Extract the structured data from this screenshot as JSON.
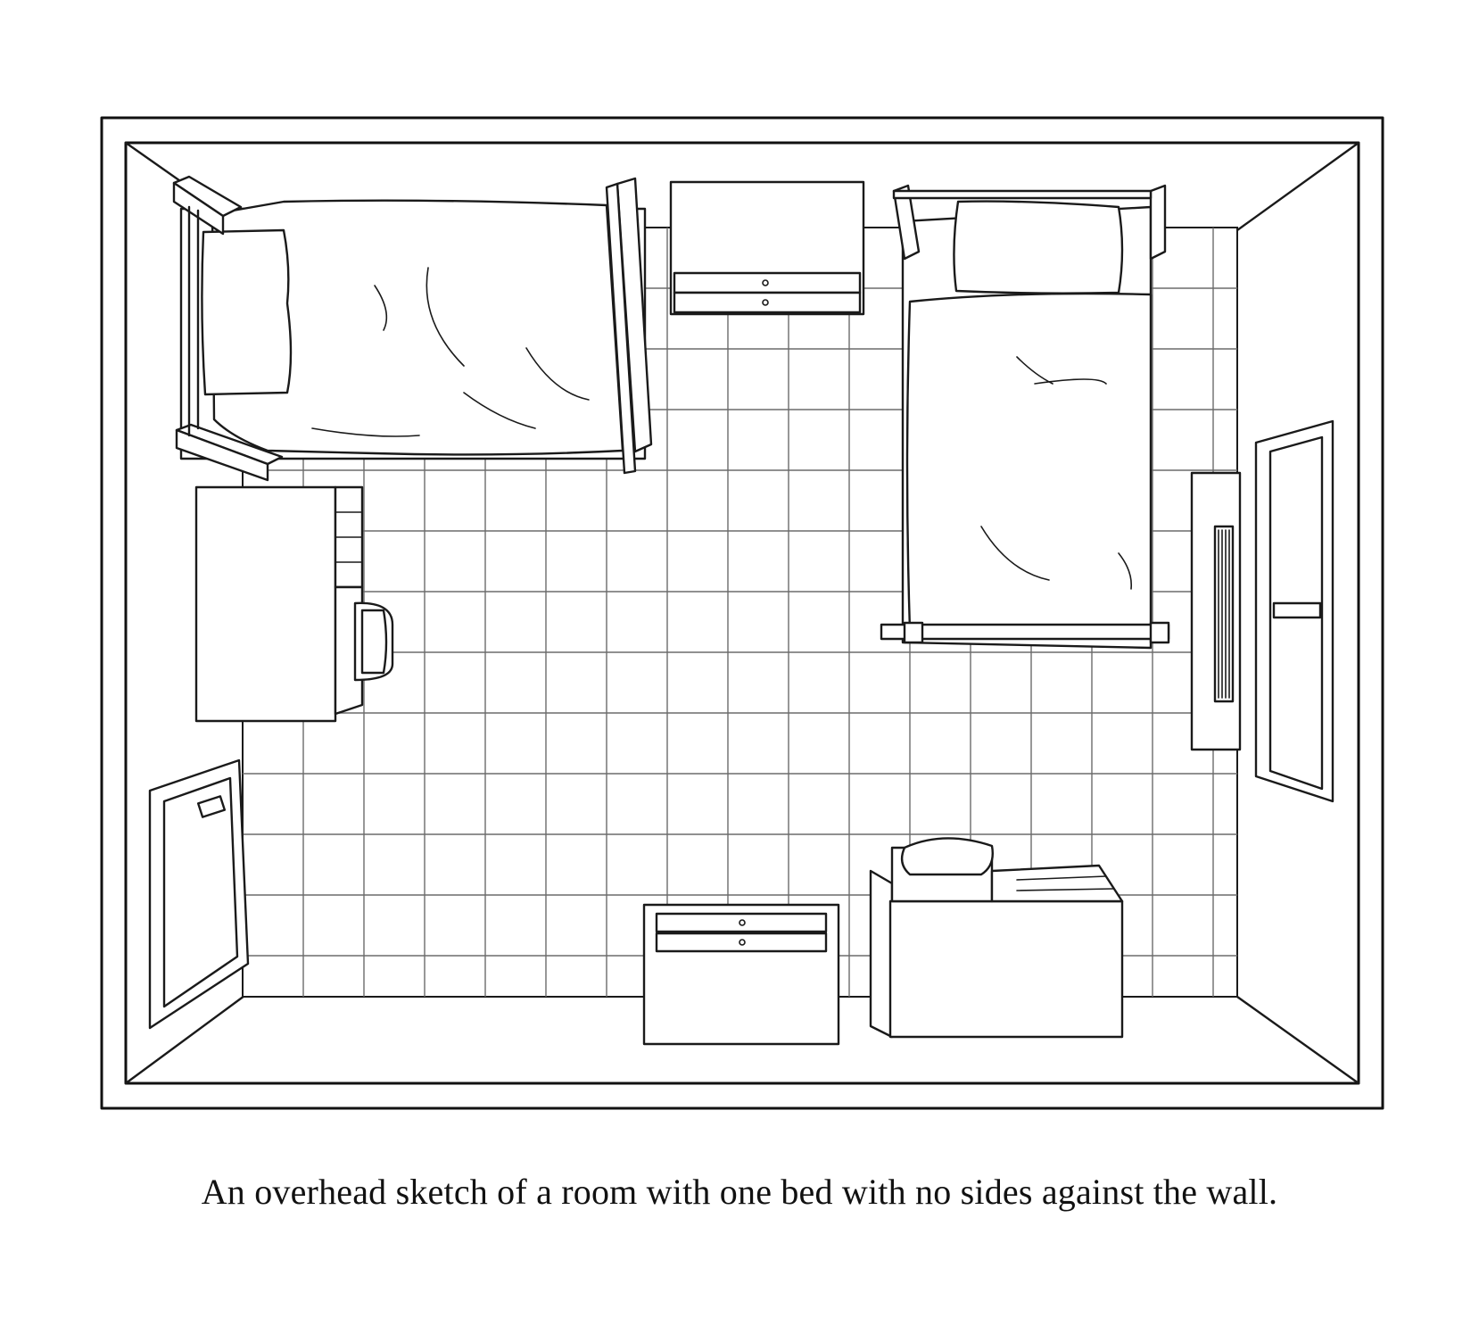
{
  "caption": "An overhead sketch of a room with one bed with no sides against the wall.",
  "illustration": {
    "style": "black ink line sketch on white",
    "stroke_color": "#1a1a1a",
    "floor": "square tile grid",
    "items": [
      "bed-with-frame-top-left",
      "bed-with-frame-top-right",
      "dresser-top-center",
      "desk-with-chair-left",
      "door-left-wall",
      "door-right-wall",
      "radiator-right-wall",
      "dresser-bottom",
      "desk-with-chair-bottom"
    ]
  }
}
